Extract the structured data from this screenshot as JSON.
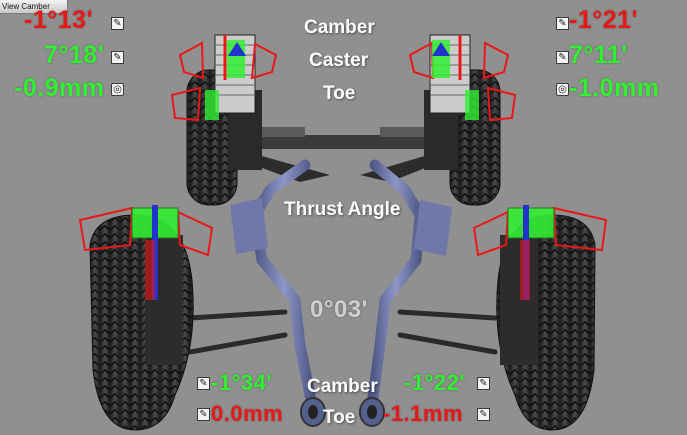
{
  "window": {
    "tab_label": "View Camber"
  },
  "labels": {
    "camber_top": "Camber",
    "caster": "Caster",
    "toe_top": "Toe",
    "thrust_angle": "Thrust Angle",
    "camber_bottom": "Camber",
    "toe_bottom": "Toe"
  },
  "front_left": {
    "camber": "-1°13'",
    "caster": "7°18'",
    "toe": "-0.9mm"
  },
  "front_right": {
    "camber": "-1°21'",
    "caster": "7°11'",
    "toe": "-1.0mm"
  },
  "thrust": {
    "value": "0°03'"
  },
  "rear_left": {
    "camber": "-1°34'",
    "toe": "0.0mm"
  },
  "rear_right": {
    "camber": "-1°22'",
    "toe": "-1.1mm"
  },
  "icons": {
    "edit": "pencil-icon",
    "adjust": "target-icon"
  },
  "colors": {
    "background": "#909090",
    "in_spec": "#33ee33",
    "out_of_spec": "#e81818",
    "label": "#ffffff",
    "thrust": "#cfcfcf",
    "tire": "#2a2a2a",
    "exhaust": "#6f78a8"
  }
}
